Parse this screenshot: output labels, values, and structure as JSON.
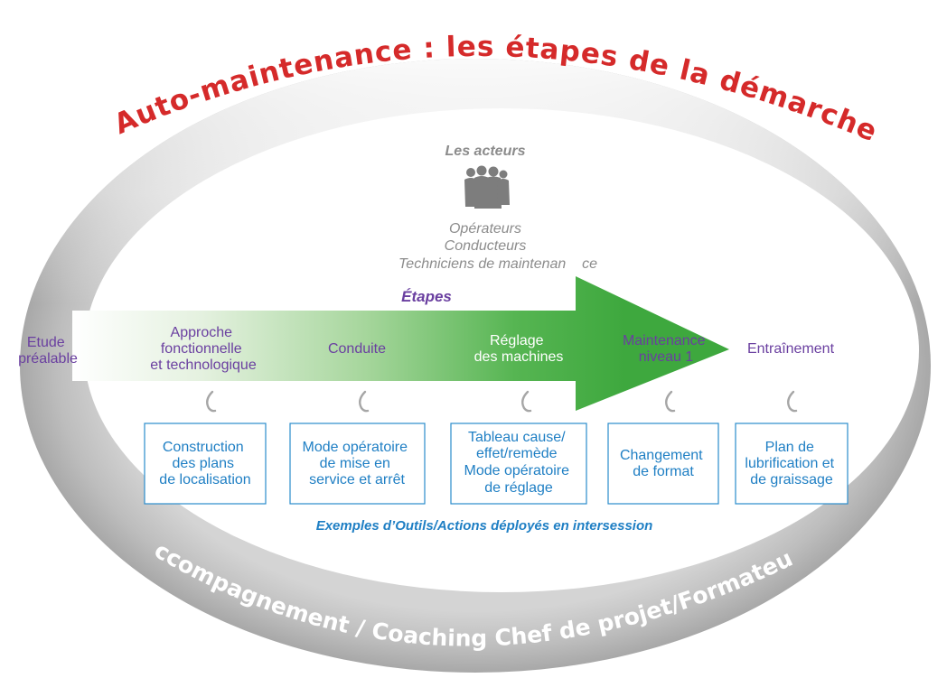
{
  "title": "Auto-maintenance : les étapes de la démarche",
  "bottom_ring_text": "Accompagnement / Coaching Chef de projet/Formateurs",
  "actors": {
    "title": "Les acteurs",
    "list": [
      "Opérateurs",
      "Conducteurs",
      "Techniciens de maintenan    ce"
    ]
  },
  "etapes_label": "Étapes",
  "steps": [
    {
      "lines": [
        "Etude",
        "préalable"
      ]
    },
    {
      "lines": [
        "Approche",
        "fonctionnelle",
        "et technologique"
      ]
    },
    {
      "lines": [
        "Conduite"
      ]
    },
    {
      "lines": [
        "Réglage",
        "des machines"
      ]
    },
    {
      "lines": [
        "Maintenance",
        "niveau 1"
      ]
    },
    {
      "lines": [
        "Entraînement"
      ]
    }
  ],
  "tools": [
    {
      "lines": [
        "Construction",
        "des plans",
        "de localisation"
      ]
    },
    {
      "lines": [
        "Mode opératoire",
        "de mise en",
        "service et arrêt"
      ]
    },
    {
      "lines": [
        "Tableau cause/",
        "effet/remède",
        "Mode opératoire",
        "de réglage"
      ]
    },
    {
      "lines": [
        "Changement",
        "de format"
      ]
    },
    {
      "lines": [
        "Plan de",
        "lubrification et",
        "de graissage"
      ]
    }
  ],
  "examples_caption": "Exemples d’Outils/Actions déployés en intersession",
  "colors": {
    "title_red": "#d52a2a",
    "ring_gray": "#b3b3b3",
    "arrow_green": "#3ea83e",
    "step_purple": "#6a3fa0",
    "tool_blue": "#1f7fc4"
  },
  "icons": [
    "group-of-people-icon",
    "curved-hook-icon"
  ]
}
